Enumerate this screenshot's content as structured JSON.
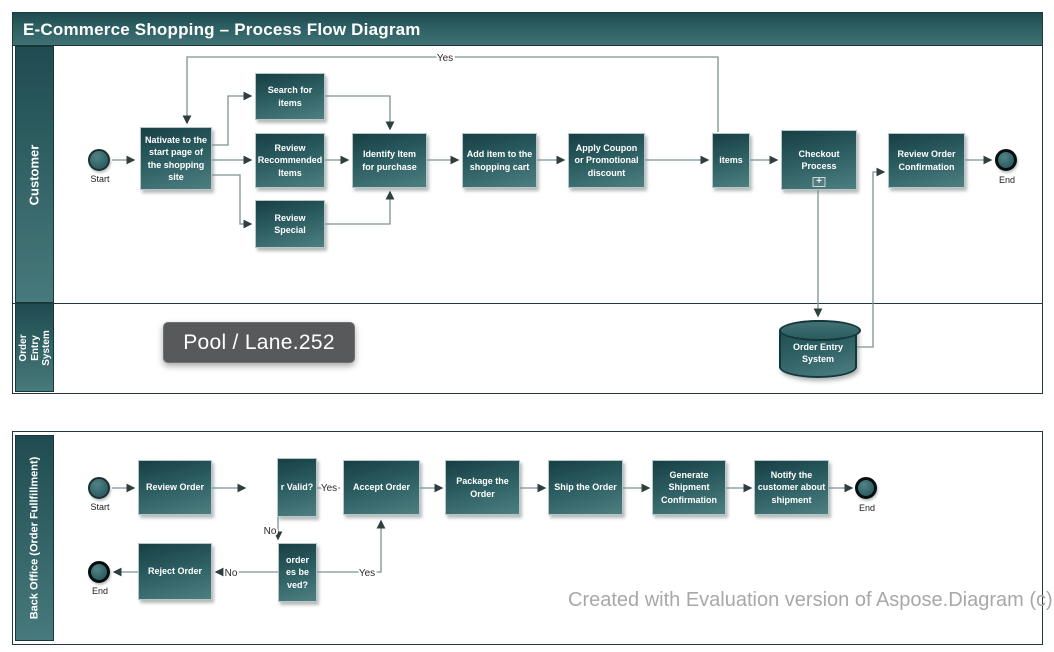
{
  "pool1": {
    "title": "E-Commerce Shopping – Process Flow Diagram",
    "lanes": {
      "customer": "Customer",
      "order_entry": "Order Entry\nSystem"
    },
    "nodes": {
      "start": "Start",
      "navigate": "Nativate to the\nstart page of\nthe shopping\nsite",
      "search": "Search for\nitems",
      "review_recommended": "Review\nRecommended\nItems",
      "review_special": "Review\nSpecial",
      "identify": "Identify Item\nfor purchase",
      "add_item": "Add item to the\nshopping cart",
      "apply_coupon": "Apply Coupon\nor Promotional\ndiscount",
      "items": "items",
      "checkout": "Checkout\nProcess",
      "review_confirmation": "Review Order\nConfirmation",
      "end": "End",
      "database": "Order Entry\nSystem"
    },
    "edge_labels": {
      "yes": "Yes"
    }
  },
  "pool2": {
    "lane": "Back Office (Order Fullfillment)",
    "nodes": {
      "start": "Start",
      "review_order": "Review Order",
      "order_valid": "r Valid?",
      "accept": "Accept Order",
      "package": "Package the Order",
      "ship": "Ship the Order",
      "generate_confirmation": "Generate\nShipment\nConfirmation",
      "notify": "Notify the\ncustomer about\nshipment",
      "end_ship": "End",
      "reject": "Reject Order",
      "end_reject": "End",
      "resolve": "order\nes be\nved?"
    },
    "edge_labels": {
      "valid_yes": "Yes",
      "valid_no": "No",
      "resolve_yes": "Yes",
      "resolve_no": "No"
    }
  },
  "tooltip": {
    "label": "Pool / Lane.252"
  },
  "watermark": {
    "text": "Created with Evaluation version of Aspose.Diagram (c)."
  },
  "icons": {
    "subprocess_plus": "+"
  },
  "colors": {
    "node_teal_dark": "#173f44",
    "node_teal_light": "#4d7e80",
    "pool_border": "#22383a",
    "connector": "#7e9293",
    "tooltip_bg": "#58595b",
    "watermark_gray": "#a8a8a8"
  }
}
